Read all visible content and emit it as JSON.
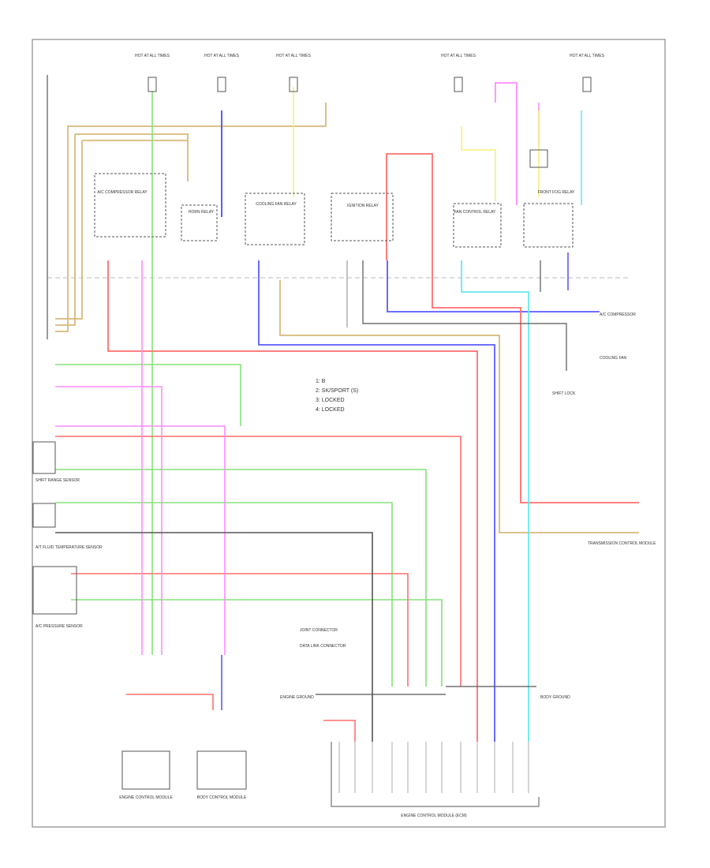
{
  "colors": {
    "tan": "#d7b97a",
    "green": "#86e07a",
    "blue": "#5b5bff",
    "red": "#ff6f6f",
    "pink": "#ff8cff",
    "yellow": "#f5f07a",
    "cyan": "#66e8ee",
    "grey": "#9a9a9a",
    "dark": "#555555",
    "frame": "#888888"
  },
  "legend": {
    "items": [
      "1: B",
      "2: SK/SPORT (S)",
      "3: LOCKED",
      "4: LOCKED"
    ]
  },
  "components": {
    "top_fuses": [
      "HOT AT ALL TIMES",
      "HOT AT ALL TIMES",
      "HOT AT ALL TIMES",
      "HOT AT ALL TIMES",
      "HOT AT ALL TIMES"
    ],
    "relays": [
      "A/C COMPRESSOR RELAY",
      "COOLING FAN RELAY",
      "IGNITION RELAY",
      "FAN CONTROL RELAY",
      "FRONT FOG RELAY",
      "HORN RELAY"
    ],
    "left_sensors": [
      "SHIFT RANGE SENSOR",
      "A/T FLUID TEMPERATURE SENSOR",
      "A/C PRESSURE SENSOR"
    ],
    "right_labels": [
      "A/C COMPRESSOR",
      "COOLING FAN",
      "SHIFT LOCK",
      "TRANSMISSION CONTROL MODULE"
    ],
    "bottom_connectors": [
      "ENGINE CONTROL MODULE",
      "BODY CONTROL MODULE"
    ],
    "ecm_block": "ENGINE CONTROL MODULE (ECM)",
    "mid_labels": [
      "JOINT CONNECTOR",
      "DATA LINK CONNECTOR",
      "ENGINE GROUND",
      "BODY GROUND"
    ]
  }
}
